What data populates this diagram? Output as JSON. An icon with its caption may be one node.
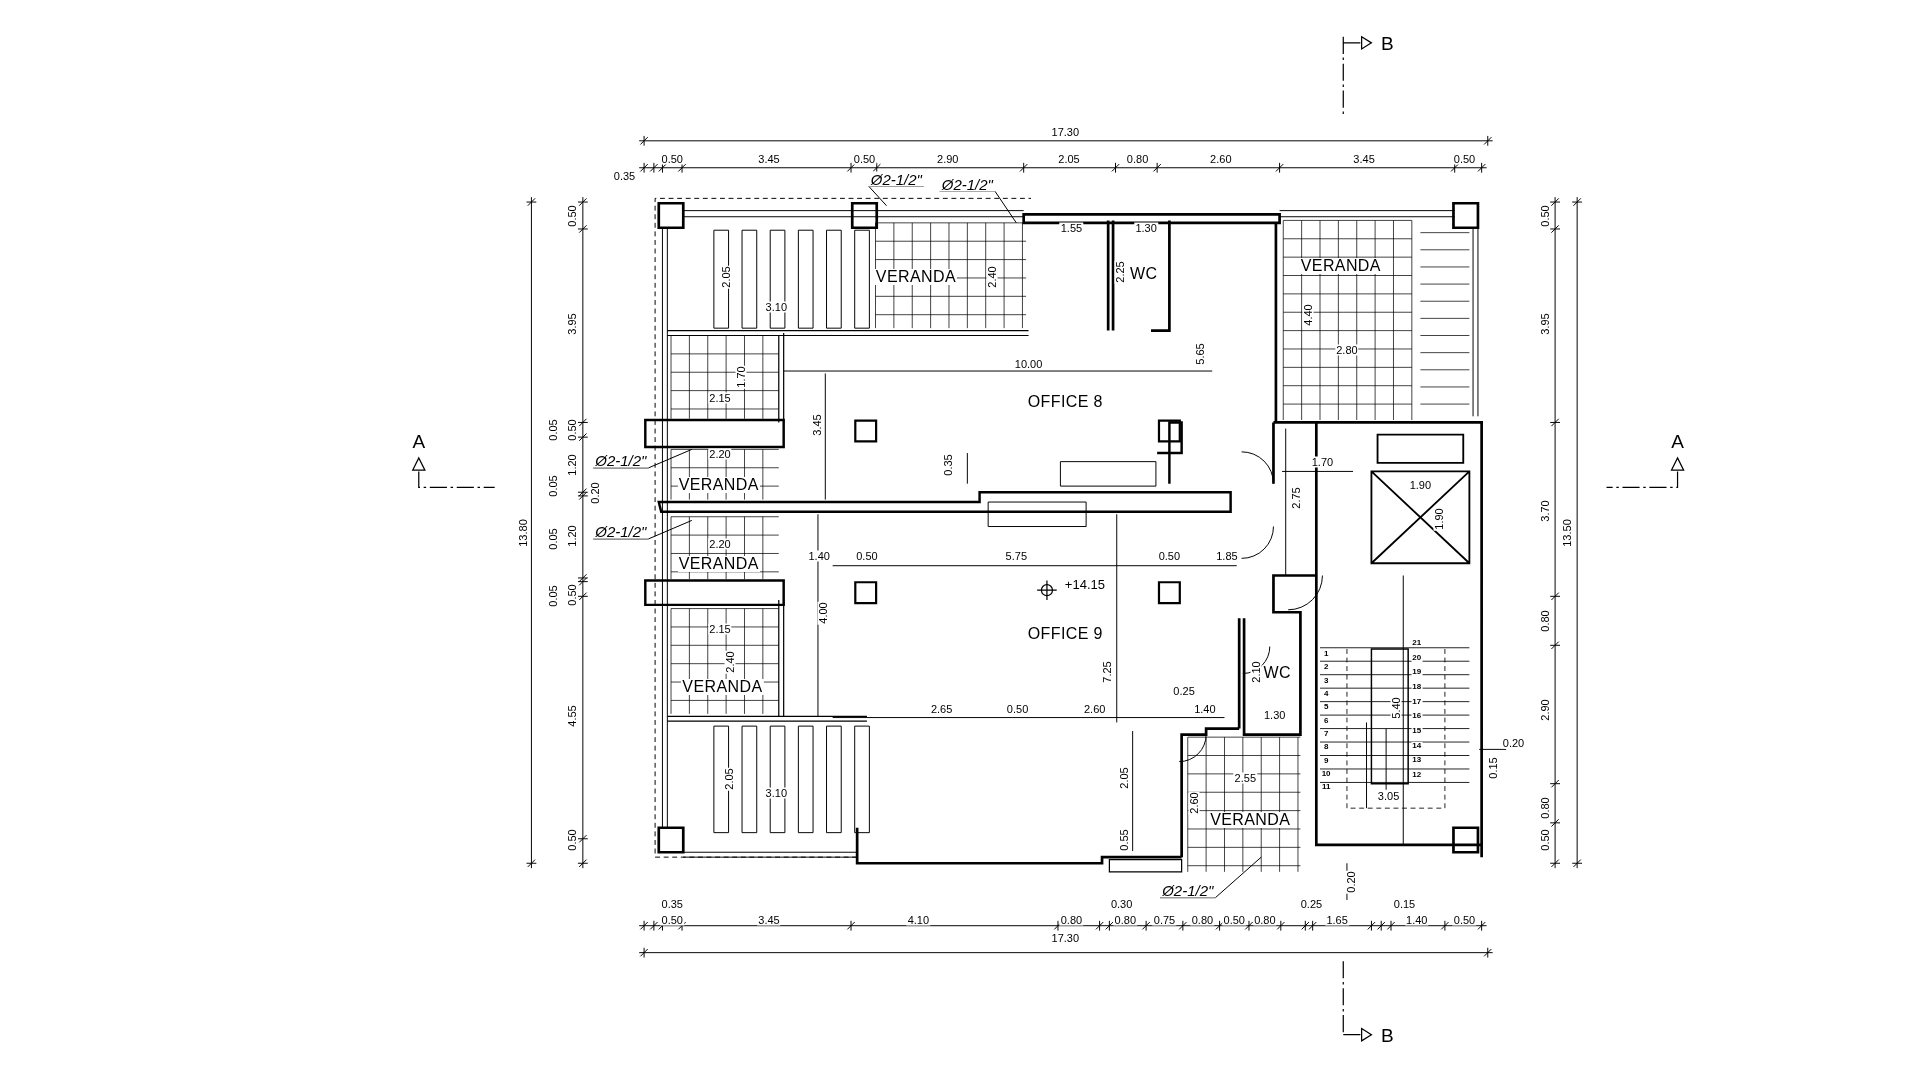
{
  "diagram": {
    "nodes": [
      {
        "text": [
          "Ø2-1/2\""
        ]
      },
      {
        "text": [
          "Ø2-1/2\""
        ]
      },
      {
        "text": [
          "Ø2-1/2\""
        ]
      },
      {
        "text": [
          "Ø2-1/2\""
        ]
      },
      {
        "text": [
          "Ø2-1/2\""
        ]
      }
    ],
    "edges": [
      {
        "from": 0,
        "to": null,
        "arrow": "none"
      },
      {
        "from": 1,
        "to": null,
        "arrow": "none"
      },
      {
        "from": 2,
        "to": null,
        "arrow": "none"
      },
      {
        "from": 3,
        "to": null,
        "arrow": "none"
      },
      {
        "from": 4,
        "to": null,
        "arrow": "none"
      }
    ],
    "labels": [
      "B",
      "17.30",
      "0.35",
      "0.50",
      "3.45",
      "0.50",
      "2.90",
      "2.05",
      "0.80",
      "2.60",
      "3.45",
      "0.50",
      "0.50",
      "1.55",
      "1.30",
      "0.50",
      "2.05",
      "VERANDA",
      "2.40",
      "2.25",
      "WC",
      "VERANDA",
      "3.95",
      "3.10",
      "4.40",
      "3.95",
      "1.70",
      "10.00",
      "5.65",
      "2.80",
      "2.15",
      "OFFICE 8",
      "0.05",
      "0.50",
      "3.45",
      "A",
      "A",
      "1.20",
      "2.20",
      "0.35",
      "1.70",
      "0.05",
      "0.20",
      "VERANDA",
      "2.75",
      "1.90",
      "1.90",
      "3.70",
      "13.80",
      "0.05",
      "1.20",
      "2.20",
      "13.50",
      "1.40",
      "0.50",
      "5.75",
      "0.50",
      "1.85",
      "VERANDA",
      "+14.15",
      "0.05",
      "0.50",
      "4.00",
      "0.80",
      "2.15",
      "OFFICE 9",
      "2.40",
      "7.25",
      "2.10",
      "WC",
      "4.55",
      "VERANDA",
      "2.65",
      "0.50",
      "2.60",
      "0.25",
      "1.40",
      "1.30",
      "5.40",
      "2.90",
      "0.20",
      "0.15",
      "2.05",
      "3.10",
      "2.05",
      "2.60",
      "2.55",
      "3.05",
      "0.80",
      "0.50",
      "0.55",
      "VERANDA",
      "0.50",
      "0.20",
      "0.35",
      "0.30",
      "0.25",
      "0.15",
      "0.50",
      "3.45",
      "4.10",
      "0.80",
      "0.80",
      "0.75",
      "0.80",
      "0.50",
      "0.80",
      "1.65",
      "1.40",
      "0.50",
      "17.30",
      "B",
      "1",
      "2",
      "3",
      "4",
      "5",
      "6",
      "7",
      "8",
      "9",
      "10",
      "11",
      "12",
      "13",
      "14",
      "15",
      "16",
      "17",
      "18",
      "19",
      "20",
      "21"
    ]
  }
}
